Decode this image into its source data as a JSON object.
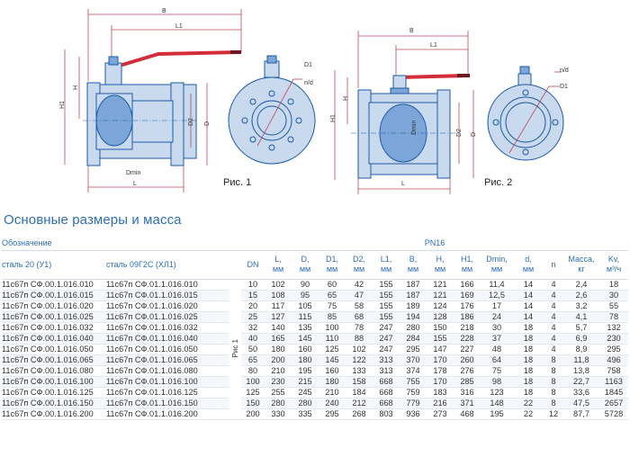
{
  "figures": {
    "fig1_caption": "Рис. 1",
    "fig2_caption": "Рис. 2",
    "dim_labels": {
      "B": "B",
      "L1": "L1",
      "H": "H",
      "H1": "H1",
      "D2": "D2",
      "D": "D",
      "Dmin": "Dmin",
      "L": "L",
      "D1": "D1",
      "nd": "n/d"
    }
  },
  "section_title": "Основные размеры и масса",
  "table": {
    "designation_label": "Обозначение",
    "pressure_label": "PN16",
    "steel_20": "сталь 20 (У1)",
    "steel_09g2s": "сталь 09Г2С (ХЛ1)",
    "fig_ref": "Рис 1",
    "columns": [
      {
        "name": "DN",
        "unit": ""
      },
      {
        "name": "L,",
        "unit": "мм"
      },
      {
        "name": "D,",
        "unit": "мм"
      },
      {
        "name": "D1,",
        "unit": "мм"
      },
      {
        "name": "D2,",
        "unit": "мм"
      },
      {
        "name": "L1,",
        "unit": "мм"
      },
      {
        "name": "B,",
        "unit": "мм"
      },
      {
        "name": "H,",
        "unit": "мм"
      },
      {
        "name": "H1,",
        "unit": "мм"
      },
      {
        "name": "Dmin,",
        "unit": "мм"
      },
      {
        "name": "d,",
        "unit": "мм"
      },
      {
        "name": "n",
        "unit": ""
      },
      {
        "name": "Масса,",
        "unit": "кг"
      },
      {
        "name": "Kv,",
        "unit": "м³/ч"
      }
    ],
    "rows": [
      {
        "code1": "11с67п СФ.00.1.016.010",
        "code2": "11с67п СФ.01.1.016.010",
        "values": [
          "10",
          "102",
          "90",
          "60",
          "42",
          "155",
          "187",
          "121",
          "166",
          "11,4",
          "14",
          "4",
          "2,4",
          "18"
        ]
      },
      {
        "code1": "11с67п СФ.00.1.016.015",
        "code2": "11с67п СФ.01.1.016.015",
        "values": [
          "15",
          "108",
          "95",
          "65",
          "47",
          "155",
          "187",
          "121",
          "169",
          "12,5",
          "14",
          "4",
          "2,6",
          "30"
        ]
      },
      {
        "code1": "11с67п СФ.00.1.016.020",
        "code2": "11с67п СФ.01.1.016.020",
        "values": [
          "20",
          "117",
          "105",
          "75",
          "58",
          "155",
          "189",
          "124",
          "176",
          "17",
          "14",
          "4",
          "3,2",
          "55"
        ]
      },
      {
        "code1": "11с67п СФ.00.1.016.025",
        "code2": "11с67п СФ.01.1.016.025",
        "values": [
          "25",
          "127",
          "115",
          "85",
          "68",
          "155",
          "194",
          "128",
          "186",
          "24",
          "14",
          "4",
          "4,1",
          "78"
        ]
      },
      {
        "code1": "11с67п СФ.00.1.016.032",
        "code2": "11с67п СФ.01.1.016.032",
        "values": [
          "32",
          "140",
          "135",
          "100",
          "78",
          "247",
          "280",
          "150",
          "218",
          "30",
          "18",
          "4",
          "5,7",
          "132"
        ]
      },
      {
        "code1": "11с67п СФ.00.1.016.040",
        "code2": "11с67п СФ.01.1.016.040",
        "values": [
          "40",
          "165",
          "145",
          "110",
          "88",
          "247",
          "284",
          "155",
          "228",
          "37",
          "18",
          "4",
          "6,9",
          "230"
        ]
      },
      {
        "code1": "11с67п СФ.00.1.016.050",
        "code2": "11с67п СФ.01.1.016.050",
        "values": [
          "50",
          "180",
          "160",
          "125",
          "102",
          "247",
          "295",
          "147",
          "227",
          "48",
          "18",
          "4",
          "8,9",
          "295"
        ]
      },
      {
        "code1": "11с67п СФ.00.1.016.065",
        "code2": "11с67п СФ.01.1.016.065",
        "values": [
          "65",
          "200",
          "180",
          "145",
          "122",
          "313",
          "370",
          "170",
          "260",
          "64",
          "18",
          "8",
          "11,8",
          "496"
        ]
      },
      {
        "code1": "11с67п СФ.00.1.016.080",
        "code2": "11с67п СФ.01.1.016.080",
        "values": [
          "80",
          "210",
          "195",
          "160",
          "133",
          "313",
          "374",
          "178",
          "276",
          "75",
          "18",
          "8",
          "13,8",
          "758"
        ]
      },
      {
        "code1": "11с67п СФ.00.1.016.100",
        "code2": "11с67п СФ.01.1.016.100",
        "values": [
          "100",
          "230",
          "215",
          "180",
          "158",
          "668",
          "755",
          "170",
          "285",
          "98",
          "18",
          "8",
          "22,7",
          "1163"
        ]
      },
      {
        "code1": "11с67п СФ.00.1.016.125",
        "code2": "11с67п СФ.01.1.016.125",
        "values": [
          "125",
          "255",
          "245",
          "210",
          "184",
          "668",
          "759",
          "183",
          "316",
          "123",
          "18",
          "8",
          "33,6",
          "1845"
        ]
      },
      {
        "code1": "11с67п СФ.00.1.016.150",
        "code2": "11с67п СФ.01.1.016.150",
        "values": [
          "150",
          "280",
          "280",
          "240",
          "212",
          "668",
          "779",
          "216",
          "371",
          "148",
          "22",
          "8",
          "47,5",
          "2657"
        ]
      },
      {
        "code1": "11с67п СФ.00.1.016.200",
        "code2": "11с67п СФ.01.1.016.200",
        "values": [
          "200",
          "330",
          "335",
          "295",
          "268",
          "803",
          "936",
          "273",
          "468",
          "195",
          "22",
          "12",
          "87,7",
          "5728"
        ]
      }
    ]
  }
}
